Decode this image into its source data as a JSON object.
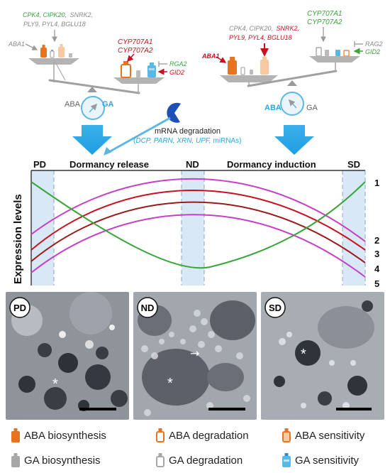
{
  "left_scale": {
    "genes_green": "CPK4, CIPK20,",
    "genes_line1_rest": "SNRK2,",
    "genes_line2": "PLY9, PYL4, BGLU18",
    "aba1": "ABA1",
    "cyp1": "CYP707A1",
    "cyp2": "CYP707A2",
    "rga2": "RGA2",
    "gid2": "GID2",
    "aba_label": "ABA",
    "ga_label": "GA"
  },
  "right_scale": {
    "genes_line1_gray": "CPK4, CIPK20,",
    "genes_line1_red": "SNRK2,",
    "genes_line2": "PYL9, PYL4, BGLU18",
    "aba1": "ABA1",
    "cyp1": "CYP707A1",
    "cyp2": "CYP707A2",
    "rag2": "RAG2",
    "gid2": "GID2",
    "aba_label": "ABA",
    "ga_label": "GA"
  },
  "mrna": {
    "title": "mRNA degradation",
    "detail_open": "(",
    "detail_genes": "DCP, PARN, XRN, UPF,",
    "detail_mirna": "miRNAs)"
  },
  "stages": {
    "pd": "PD",
    "release": "Dormancy release",
    "nd": "ND",
    "induction": "Dormancy induction",
    "sd": "SD"
  },
  "y_axis_label": "Expression levels",
  "curve_labels": [
    "1",
    "2",
    "3",
    "4",
    "5"
  ],
  "colors": {
    "aba": "#e8731f",
    "ga": "#5bb7e3",
    "gray": "#a7a7a7",
    "red": "#c8101e",
    "green": "#3aa53a",
    "blue_text": "#27a7df",
    "magenta": "#c63fc6",
    "dark_red": "#9b1a1a"
  },
  "micrographs": [
    {
      "label": "PD",
      "marker": "*"
    },
    {
      "label": "ND",
      "marker": "*",
      "arrow": "→"
    },
    {
      "label": "SD",
      "marker": "*"
    }
  ],
  "legend": [
    {
      "label": "ABA biosynthesis",
      "icon": "filled-orange-bottle-icon"
    },
    {
      "label": "ABA degradation",
      "icon": "outline-orange-bottle-icon"
    },
    {
      "label": "ABA sensitivity",
      "icon": "striped-orange-bottle-icon"
    },
    {
      "label": "GA biosynthesis",
      "icon": "filled-gray-bottle-icon"
    },
    {
      "label": "GA degradation",
      "icon": "outline-gray-bottle-icon"
    },
    {
      "label": "GA sensitivity",
      "icon": "striped-blue-bottle-icon"
    }
  ]
}
